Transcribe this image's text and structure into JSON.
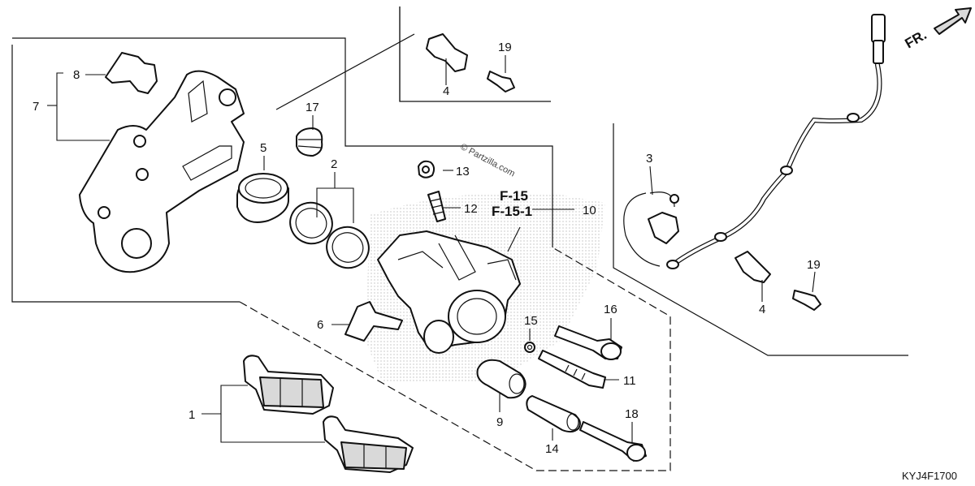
{
  "watermark": "© Partzilla.com",
  "diagram_code": "KYJ4F1700",
  "front_indicator": "FR.",
  "reference_labels": [
    "F-15",
    "F-15-1"
  ],
  "callouts": {
    "c1": "1",
    "c2": "2",
    "c3": "3",
    "c4a": "4",
    "c4b": "4",
    "c5": "5",
    "c6": "6",
    "c7": "7",
    "c8": "8",
    "c9": "9",
    "c10": "10",
    "c11": "11",
    "c12": "12",
    "c13": "13",
    "c14": "14",
    "c15": "15",
    "c16": "16",
    "c17": "17",
    "c18": "18",
    "c19a": "19",
    "c19b": "19"
  }
}
